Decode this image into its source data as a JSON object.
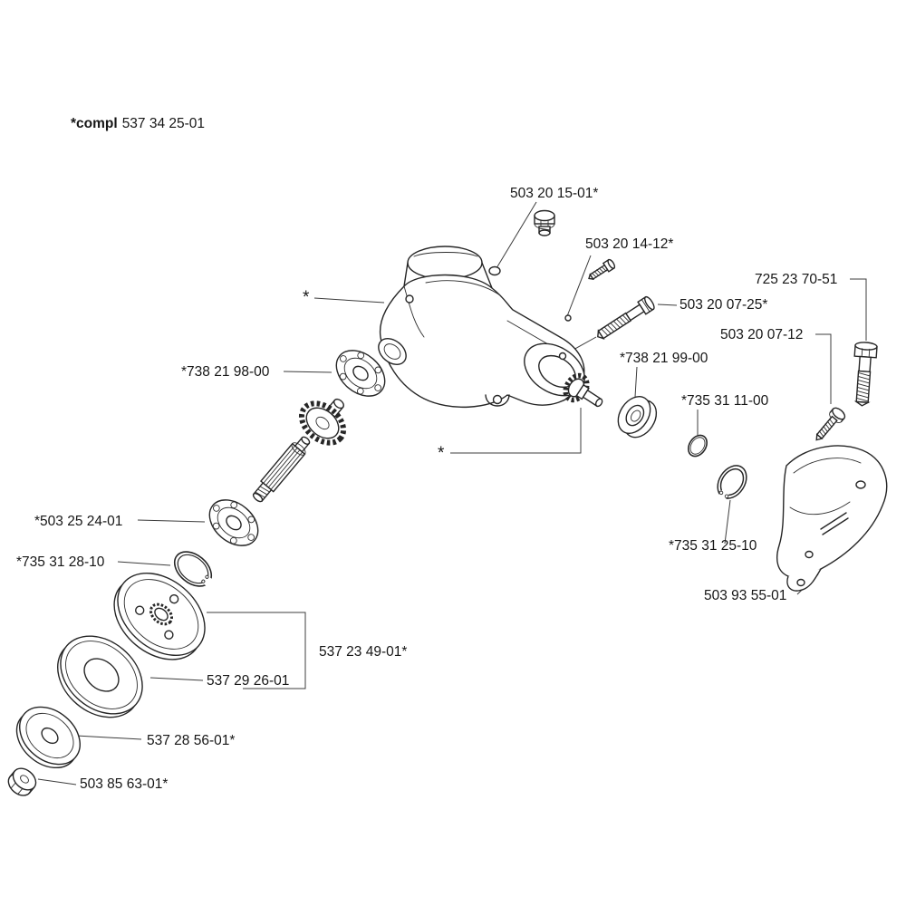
{
  "figure": {
    "compl_note": {
      "bold": "*compl",
      "rest": "537 34 25-01"
    },
    "part_labels": [
      "503 20 15-01*",
      "503 20 14-12*",
      "503 20 07-25*",
      "725 23 70-51",
      "503 20 07-12",
      "*738 21 98-00",
      "*738 21 99-00",
      "*735 31 11-00",
      "*503 25 24-01",
      "*735 31 28-10",
      "*735 31 25-10",
      "503 93 55-01",
      "537 23 49-01*",
      "537 29 26-01",
      "537 28 56-01*",
      "503 85 63-01*"
    ],
    "markers": [
      "*",
      "*"
    ],
    "colors": {
      "ink": "#262626",
      "background": "#ffffff"
    }
  }
}
